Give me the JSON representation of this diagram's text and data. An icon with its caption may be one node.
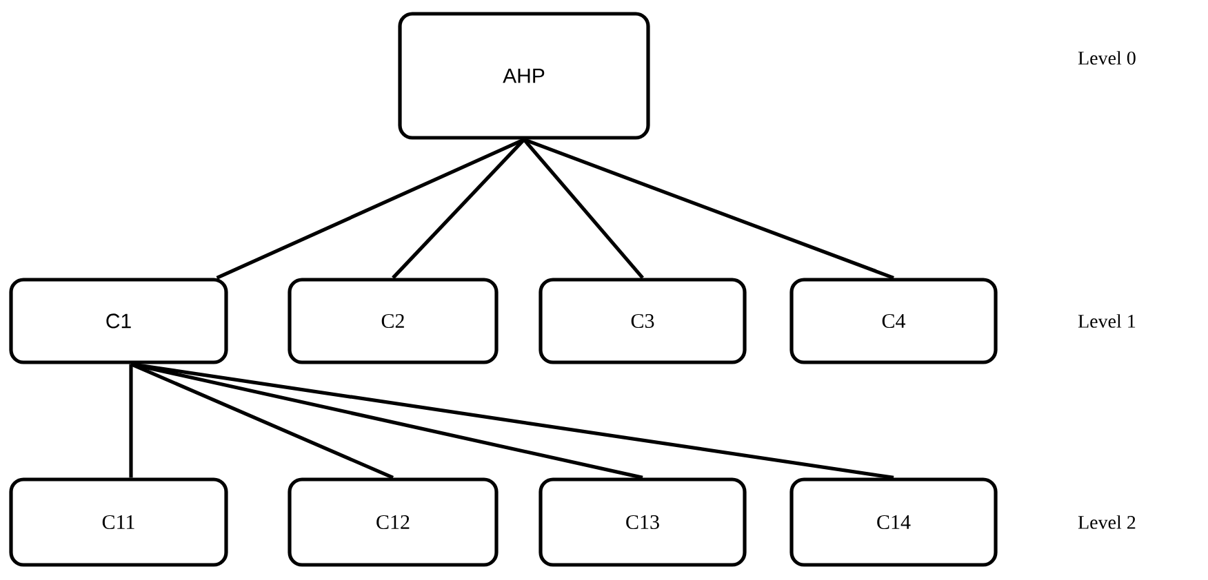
{
  "diagram": {
    "nodes": [
      {
        "text": [
          "AHP"
        ]
      },
      {
        "text": [
          "C1"
        ]
      },
      {
        "text": [
          "C2"
        ]
      },
      {
        "text": [
          "C3"
        ]
      },
      {
        "text": [
          "C4"
        ]
      },
      {
        "text": [
          "C11"
        ]
      },
      {
        "text": [
          "C12"
        ]
      },
      {
        "text": [
          "C13"
        ]
      },
      {
        "text": [
          "C14"
        ]
      }
    ],
    "edges": [
      {
        "from": 0,
        "to": 1,
        "arrow": "none"
      },
      {
        "from": 0,
        "to": 2,
        "arrow": "none"
      },
      {
        "from": 0,
        "to": 3,
        "arrow": "none"
      },
      {
        "from": 0,
        "to": 4,
        "arrow": "none"
      },
      {
        "from": 1,
        "to": 5,
        "arrow": "none"
      },
      {
        "from": 1,
        "to": 6,
        "arrow": "none"
      },
      {
        "from": 1,
        "to": 7,
        "arrow": "none"
      },
      {
        "from": 1,
        "to": 8,
        "arrow": "none"
      }
    ],
    "labels": [
      "Level 0",
      "Level 1",
      "Level 2"
    ]
  }
}
